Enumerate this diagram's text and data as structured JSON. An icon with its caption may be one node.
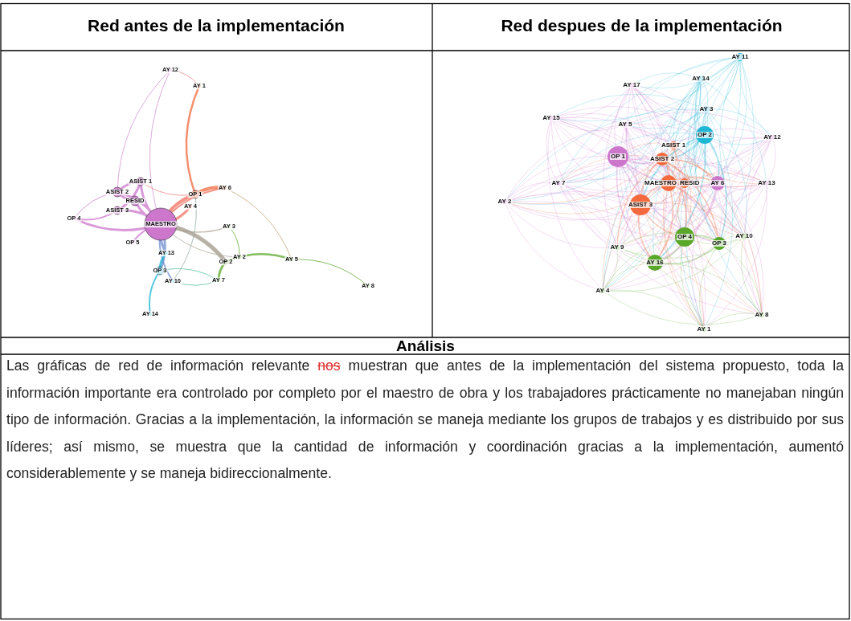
{
  "diagram": {
    "labels": [
      "Red antes de la implementación",
      "Red despues de la implementación",
      "AY 12",
      "AY 1",
      "ASIST 1",
      "ASIST 2",
      "RESID",
      "AY 6",
      "OP 1",
      "ASIST 3",
      "AY 4",
      "OP 4",
      "MAESTRO",
      "AY 3",
      "OP 5",
      "AY 13",
      "AY 2",
      "OP 2",
      "AY 5",
      "OP 3",
      "AY 10",
      "AY 7",
      "AY 8",
      "AY 14",
      "AY 11",
      "AY 14",
      "AY 17",
      "AY 3",
      "AY 15",
      "AY 5",
      "OP 2",
      "AY 12",
      "ASIST 1",
      "OP 1",
      "ASIST 2",
      "AY 7",
      "MAESTRO",
      "RESID",
      "AY 6",
      "AY 13",
      "AY 2",
      "ASIST 3",
      "OP 4",
      "AY 10",
      "OP 3",
      "AY 9",
      "AY 16",
      "AY 4",
      "AY 8",
      "AY 1",
      "Análisis",
      "Las gráficas de red de información relevante",
      "nos",
      "muestran que antes de la implementación del sistema propuesto, toda la información importante era controlado por completo por el maestro de obra y los trabajadores prácticamente no manejaban ningún tipo de información. Gracias a la implementación, la información se maneja mediante los grupos de trabajos y es distribuido por sus líderes; así mismo, se muestra que la cantidad de información y coordinación gracias a la implementación, aumentó considerablemente y se maneja bidireccionalmente."
    ]
  }
}
